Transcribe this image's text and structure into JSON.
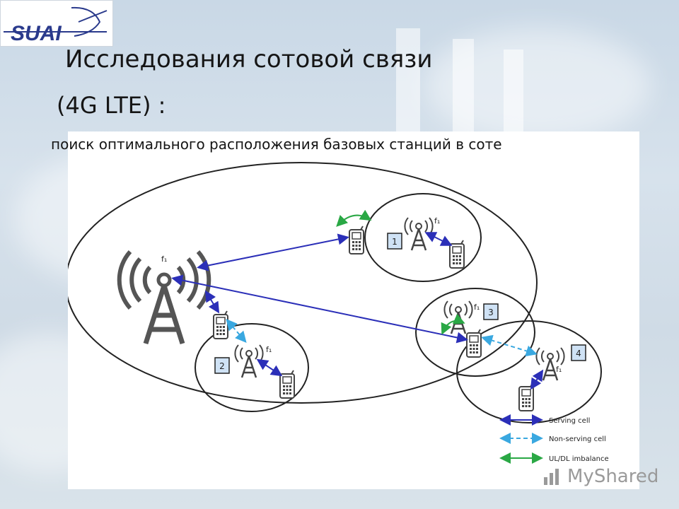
{
  "slide": {
    "title": "Исследования сотовой связи",
    "subtitle": "(4G  LTE) :",
    "caption": "поиск оптимального расположения базовых станций в соте"
  },
  "logo": {
    "text": "SUAI"
  },
  "diagram": {
    "macro_freq_label": "f₁",
    "cells": [
      {
        "number": "1",
        "freq_label": "f₁"
      },
      {
        "number": "2",
        "freq_label": "f₁"
      },
      {
        "number": "3",
        "freq_label": "f₁"
      },
      {
        "number": "4",
        "freq_label": "f₁"
      }
    ],
    "legend": [
      {
        "label": "Serving cell",
        "color": "#2b2fb8",
        "style": "solid"
      },
      {
        "label": "Non-serving cell",
        "color": "#3aa8e0",
        "style": "dashed"
      },
      {
        "label": "UL/DL imbalance",
        "color": "#2aa845",
        "style": "solid"
      }
    ]
  },
  "watermark": {
    "text": "MyShared"
  }
}
